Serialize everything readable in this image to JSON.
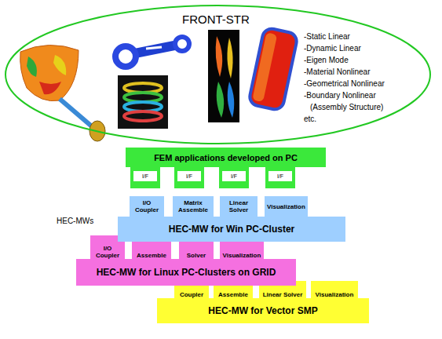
{
  "diagram": {
    "nodes": [
      {
        "text": [
          "FRONT-STR",
          "-Static Linear",
          "-Dynamic Linear",
          "-Eigen Mode",
          "-Material Nonlinear",
          "-Geometrical Nonlinear",
          "-Boundary Nonlinear (Assembly Structure)",
          "etc."
        ]
      },
      {
        "text": [
          "FEM applications developed on PC"
        ]
      },
      {
        "text": [
          "I/F"
        ]
      },
      {
        "text": [
          "I/F"
        ]
      },
      {
        "text": [
          "I/F"
        ]
      },
      {
        "text": [
          "I/F"
        ]
      },
      {
        "text": [
          "I/O Coupler"
        ]
      },
      {
        "text": [
          "Matrix Assemble"
        ]
      },
      {
        "text": [
          "Linear Solver"
        ]
      },
      {
        "text": [
          "Visualization"
        ]
      },
      {
        "text": [
          "HEC-MW for Win PC-Cluster"
        ]
      },
      {
        "text": [
          "I/O Coupler"
        ]
      },
      {
        "text": [
          "Assemble"
        ]
      },
      {
        "text": [
          "Solver"
        ]
      },
      {
        "text": [
          "Visualization"
        ]
      },
      {
        "text": [
          "HEC-MW for Linux PC-Clusters on GRID"
        ]
      },
      {
        "text": [
          "Coupler"
        ]
      },
      {
        "text": [
          "Assemble"
        ]
      },
      {
        "text": [
          "Linear Solver"
        ]
      },
      {
        "text": [
          "Visualization"
        ]
      },
      {
        "text": [
          "HEC-MW for Vector SMP"
        ]
      }
    ],
    "labels": [
      "HEC-MWs"
    ]
  }
}
